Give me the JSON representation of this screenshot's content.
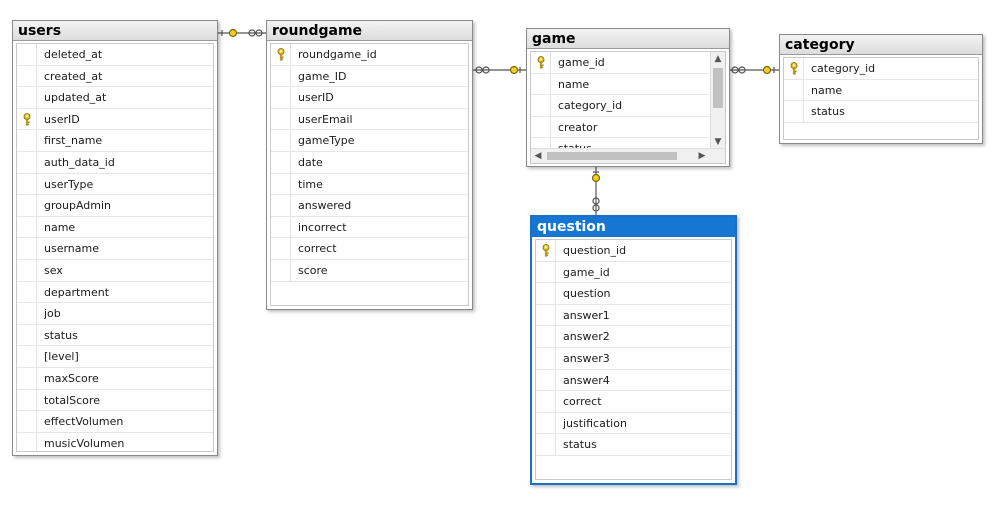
{
  "tables": {
    "users": {
      "title": "users",
      "columns": [
        {
          "name": "deleted_at",
          "pk": false
        },
        {
          "name": "created_at",
          "pk": false
        },
        {
          "name": "updated_at",
          "pk": false
        },
        {
          "name": "userID",
          "pk": true
        },
        {
          "name": "first_name",
          "pk": false
        },
        {
          "name": "auth_data_id",
          "pk": false
        },
        {
          "name": "userType",
          "pk": false
        },
        {
          "name": "groupAdmin",
          "pk": false
        },
        {
          "name": "name",
          "pk": false
        },
        {
          "name": "username",
          "pk": false
        },
        {
          "name": "sex",
          "pk": false
        },
        {
          "name": "department",
          "pk": false
        },
        {
          "name": "job",
          "pk": false
        },
        {
          "name": "status",
          "pk": false
        },
        {
          "name": "[level]",
          "pk": false
        },
        {
          "name": "maxScore",
          "pk": false
        },
        {
          "name": "totalScore",
          "pk": false
        },
        {
          "name": "effectVolumen",
          "pk": false
        },
        {
          "name": "musicVolumen",
          "pk": false
        }
      ]
    },
    "roundgame": {
      "title": "roundgame",
      "columns": [
        {
          "name": "roundgame_id",
          "pk": true
        },
        {
          "name": "game_ID",
          "pk": false
        },
        {
          "name": "userID",
          "pk": false
        },
        {
          "name": "userEmail",
          "pk": false
        },
        {
          "name": "gameType",
          "pk": false
        },
        {
          "name": "date",
          "pk": false
        },
        {
          "name": "time",
          "pk": false
        },
        {
          "name": "answered",
          "pk": false
        },
        {
          "name": "incorrect",
          "pk": false
        },
        {
          "name": "correct",
          "pk": false
        },
        {
          "name": "score",
          "pk": false
        }
      ]
    },
    "game": {
      "title": "game",
      "columns": [
        {
          "name": "game_id",
          "pk": true
        },
        {
          "name": "name",
          "pk": false
        },
        {
          "name": "category_id",
          "pk": false
        },
        {
          "name": "creator",
          "pk": false
        },
        {
          "name": "status",
          "pk": false
        }
      ]
    },
    "category": {
      "title": "category",
      "columns": [
        {
          "name": "category_id",
          "pk": true
        },
        {
          "name": "name",
          "pk": false
        },
        {
          "name": "status",
          "pk": false
        }
      ]
    },
    "question": {
      "title": "question",
      "selected": true,
      "columns": [
        {
          "name": "question_id",
          "pk": true
        },
        {
          "name": "game_id",
          "pk": false
        },
        {
          "name": "question",
          "pk": false
        },
        {
          "name": "answer1",
          "pk": false
        },
        {
          "name": "answer2",
          "pk": false
        },
        {
          "name": "answer3",
          "pk": false
        },
        {
          "name": "answer4",
          "pk": false
        },
        {
          "name": "correct",
          "pk": false
        },
        {
          "name": "justification",
          "pk": false
        },
        {
          "name": "status",
          "pk": false
        }
      ]
    }
  },
  "relationships": [
    {
      "from": "roundgame",
      "to": "users",
      "one_end": "users",
      "many_end": "roundgame"
    },
    {
      "from": "roundgame",
      "to": "game",
      "one_end": "game",
      "many_end": "roundgame"
    },
    {
      "from": "game",
      "to": "category",
      "one_end": "category",
      "many_end": "game"
    },
    {
      "from": "question",
      "to": "game",
      "one_end": "game",
      "many_end": "question"
    }
  ],
  "scroll": {
    "up": "▲",
    "down": "▼",
    "left": "◀",
    "right": "▶"
  },
  "colors": {
    "selected_header": "#1677d2",
    "key_icon": "#e8c020",
    "line": "#555555"
  }
}
